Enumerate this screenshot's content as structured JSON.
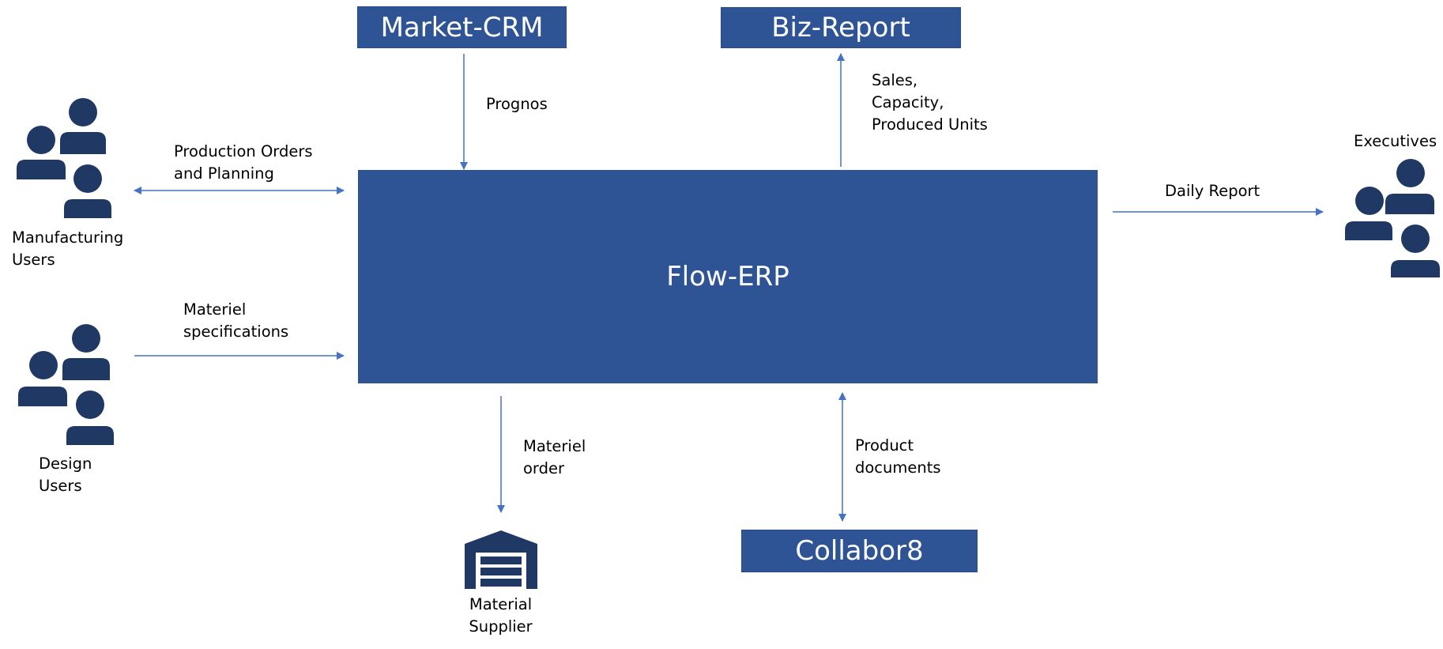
{
  "nodes": {
    "market_crm": "Market-CRM",
    "biz_report": "Biz-Report",
    "flow_erp": "Flow-ERP",
    "collabor8": "Collabor8"
  },
  "actors": {
    "manufacturing": {
      "line1": "Manufacturing",
      "line2": "Users",
      "icon": "people-group-icon"
    },
    "design": {
      "line1": "Design",
      "line2": "Users",
      "icon": "people-group-icon"
    },
    "executives": {
      "line1": "Executives",
      "icon": "people-group-icon"
    },
    "supplier": {
      "line1": "Material",
      "line2": "Supplier",
      "icon": "warehouse-icon"
    }
  },
  "flows": {
    "prognos": "Prognos",
    "biz_report": {
      "line1": "Sales,",
      "line2": "Capacity,",
      "line3": "Produced Units"
    },
    "production": {
      "line1": "Production Orders",
      "line2": "and Planning"
    },
    "materiel_specs": {
      "line1": "Materiel",
      "line2": "specifications"
    },
    "daily_report": "Daily Report",
    "materiel_order": {
      "line1": "Materiel",
      "line2": "order"
    },
    "product_docs": {
      "line1": "Product",
      "line2": "documents"
    }
  },
  "colors": {
    "box": "#2f5496",
    "icon": "#203864",
    "arrow": "#4472c4"
  }
}
